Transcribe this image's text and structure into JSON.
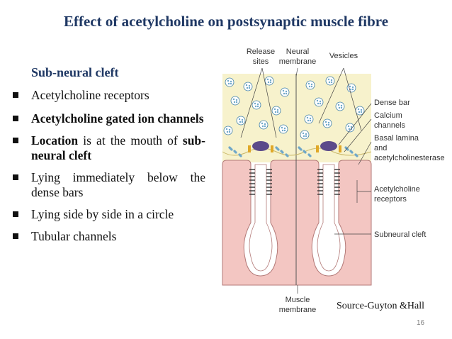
{
  "title": "Effect of acetylcholine on postsynaptic muscle fibre",
  "subheading": "Sub-neural cleft",
  "bullets": {
    "b1": "Acetylcholine receptors",
    "b2": "Acetylcholine gated ion channels",
    "b3_bold": "Location",
    "b3_rest": " is at the mouth of ",
    "b3_bold2": "sub-neural cleft",
    "b4": "Lying immediately below the dense bars",
    "b5": "Lying side by side in a circle",
    "b6": "Tubular channels"
  },
  "diagram": {
    "labels": {
      "release_sites_1": "Release",
      "release_sites_2": "sites",
      "neural_membrane_1": "Neural",
      "neural_membrane_2": "membrane",
      "vesicles": "Vesicles",
      "dense_bar": "Dense bar",
      "calcium_channels_1": "Calcium",
      "calcium_channels_2": "channels",
      "basal_lamina_1": "Basal lamina",
      "basal_lamina_2": "and",
      "basal_lamina_3": "acetylcholinesterase",
      "ach_receptors_1": "Acetylcholine",
      "ach_receptors_2": "receptors",
      "subneural_cleft": "Subneural cleft",
      "muscle_membrane_1": "Muscle",
      "muscle_membrane_2": "membrane"
    },
    "colors": {
      "nerve_terminal": "#f7f2cc",
      "muscle": "#f3c6c2",
      "vesicle": "#6fa7c9",
      "dense_bar": "#5b4a8a",
      "calcium_channel": "#e0a828"
    }
  },
  "source": "Source-Guyton &Hall",
  "page_number": "16"
}
